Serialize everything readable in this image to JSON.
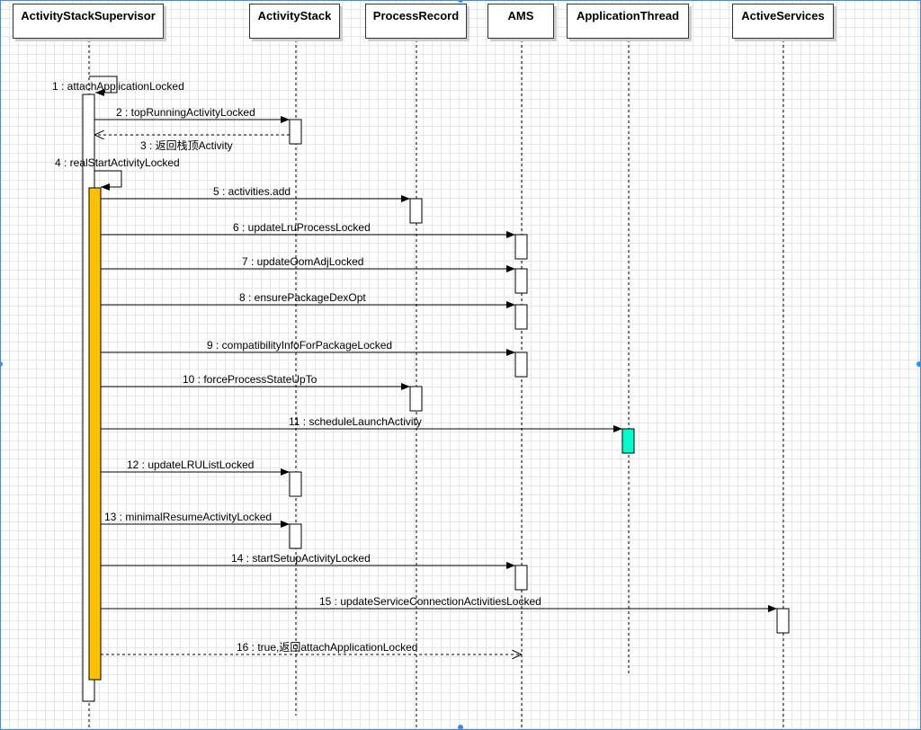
{
  "participants": [
    {
      "id": "ass",
      "name": "ActivityStackSupervisor"
    },
    {
      "id": "as",
      "name": "ActivityStack"
    },
    {
      "id": "pr",
      "name": "ProcessRecord"
    },
    {
      "id": "ams",
      "name": "AMS"
    },
    {
      "id": "at",
      "name": "ApplicationThread"
    },
    {
      "id": "asv",
      "name": "ActiveServices"
    }
  ],
  "messages": [
    {
      "label": "1 : attachApplicationLocked",
      "from": "ass",
      "to": "ass",
      "kind": "self"
    },
    {
      "label": "2 : topRunningActivityLocked",
      "from": "ass",
      "to": "as",
      "kind": "call"
    },
    {
      "label": "3 : 返回栈顶Activity",
      "from": "as",
      "to": "ass",
      "kind": "return"
    },
    {
      "label": "4 : realStartActivityLocked",
      "from": "ass",
      "to": "ass",
      "kind": "self"
    },
    {
      "label": "5 : activities.add",
      "from": "ass",
      "to": "pr",
      "kind": "call"
    },
    {
      "label": "6 : updateLruProcessLocked",
      "from": "ass",
      "to": "ams",
      "kind": "call"
    },
    {
      "label": "7 : updateOomAdjLocked",
      "from": "ass",
      "to": "ams",
      "kind": "call"
    },
    {
      "label": "8 : ensurePackageDexOpt",
      "from": "ass",
      "to": "ams",
      "kind": "call"
    },
    {
      "label": "9 : compatibilityInfoForPackageLocked",
      "from": "ass",
      "to": "ams",
      "kind": "call"
    },
    {
      "label": "10 : forceProcessStateUpTo",
      "from": "ass",
      "to": "pr",
      "kind": "call"
    },
    {
      "label": "11 : scheduleLaunchActivity",
      "from": "ass",
      "to": "at",
      "kind": "call"
    },
    {
      "label": "12 : updateLRUListLocked",
      "from": "ass",
      "to": "as",
      "kind": "call"
    },
    {
      "label": "13 : minimalResumeActivityLocked",
      "from": "ass",
      "to": "as",
      "kind": "call"
    },
    {
      "label": "14 : startSetupActivityLocked",
      "from": "ass",
      "to": "ams",
      "kind": "call"
    },
    {
      "label": "15 : updateServiceConnectionActivitiesLocked",
      "from": "ass",
      "to": "asv",
      "kind": "call"
    },
    {
      "label": "16 : true,返回attachApplicationLocked",
      "from": "ass",
      "to": "ams",
      "kind": "return"
    }
  ],
  "colors": {
    "activation_highlight": "#ffc000",
    "application_thread_activation": "#00ffcc",
    "activation_default": "#ffffff",
    "line": "#000000",
    "selection": "#3b8ee8"
  }
}
